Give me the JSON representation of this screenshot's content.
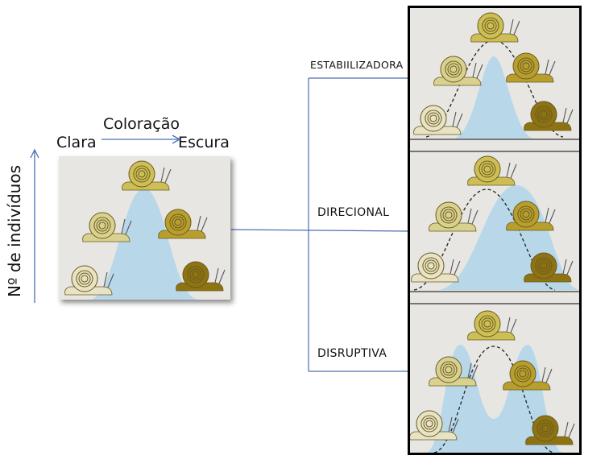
{
  "axes": {
    "y_label": "Nº de indivíduos",
    "x_title": "Coloração",
    "x_left": "Clara",
    "x_right": "Escura"
  },
  "selection_types": [
    {
      "label": "ESTABIILIZADORA"
    },
    {
      "label": "DIRECIONAL"
    },
    {
      "label": "DISRUPTIVA"
    }
  ],
  "colors": {
    "line": "#4a6fb5",
    "curve_fill": "#b8d8ea",
    "panel_bg": "#e7e6e2",
    "snail_shades": [
      "#e7e3c4",
      "#d9d190",
      "#cdbf55",
      "#b89f2d",
      "#8d7312"
    ]
  },
  "icons": [
    "snail-icon"
  ]
}
